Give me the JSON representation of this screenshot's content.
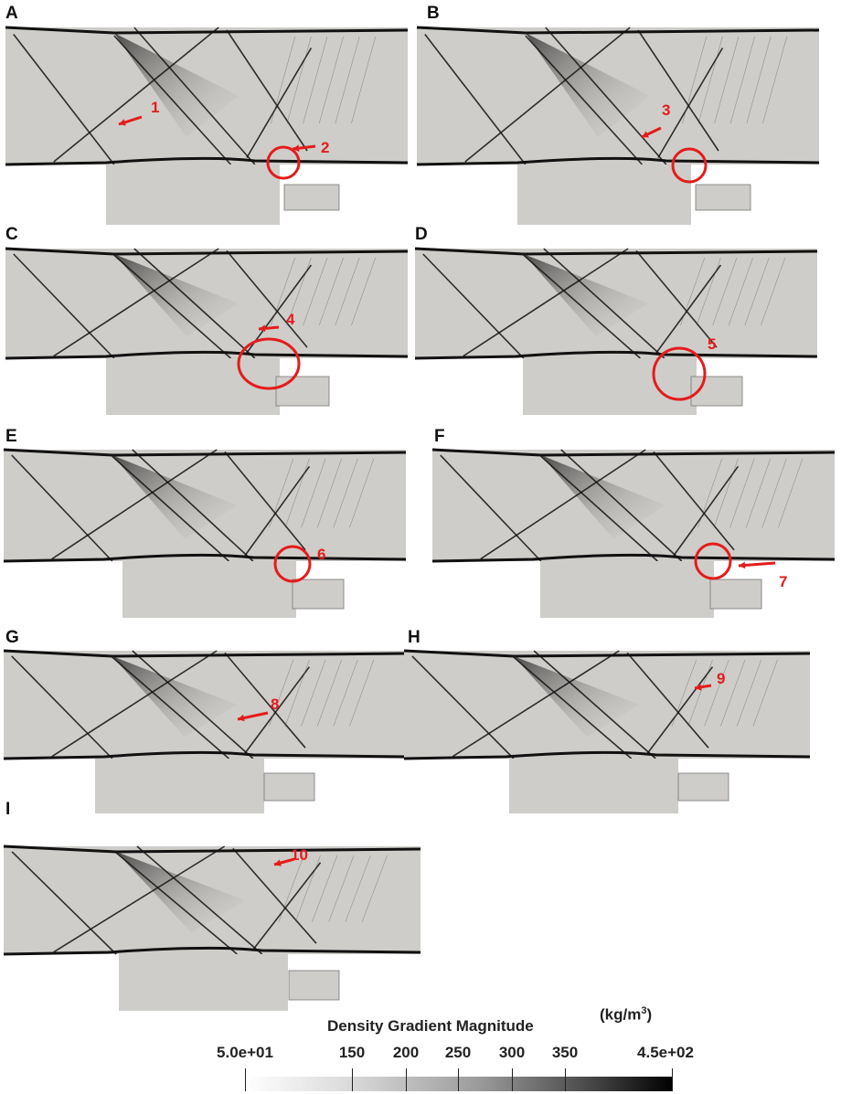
{
  "panels": [
    {
      "letter": "A",
      "callouts": [
        {
          "text": "1"
        },
        {
          "text": "2"
        }
      ]
    },
    {
      "letter": "B",
      "callouts": [
        {
          "text": "3"
        }
      ]
    },
    {
      "letter": "C",
      "callouts": [
        {
          "text": "4"
        }
      ]
    },
    {
      "letter": "D",
      "callouts": [
        {
          "text": "5"
        }
      ]
    },
    {
      "letter": "E",
      "callouts": [
        {
          "text": "6"
        }
      ]
    },
    {
      "letter": "F",
      "callouts": [
        {
          "text": "7"
        }
      ]
    },
    {
      "letter": "G",
      "callouts": [
        {
          "text": "8"
        }
      ]
    },
    {
      "letter": "H",
      "callouts": [
        {
          "text": "9"
        }
      ]
    },
    {
      "letter": "I",
      "callouts": [
        {
          "text": "10"
        }
      ]
    }
  ],
  "colorbar": {
    "title": "Density Gradient Magnitude",
    "unit_prefix": "(kg/m",
    "unit_sup": "3",
    "unit_suffix": ")",
    "ticks": [
      "5.0e+01",
      "150",
      "200",
      "250",
      "300",
      "350",
      "4.5e+02"
    ],
    "gradient": [
      "#ffffff",
      "#d9d9d9",
      "#9a9a9a",
      "#4a4a4a",
      "#000000"
    ]
  },
  "colors": {
    "field": "#cfcdc9",
    "shock": "#111111",
    "annotation": "#e41c1c"
  }
}
